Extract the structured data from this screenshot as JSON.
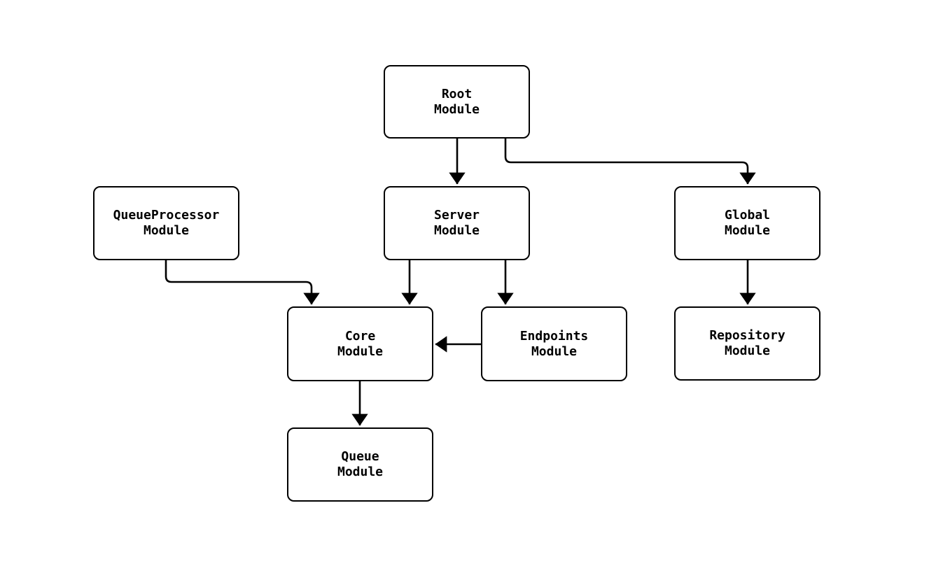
{
  "diagram": {
    "kind": "module-dependency-flowchart",
    "background_color": "#ffffff",
    "node_fill_color": "#ffffff",
    "stroke_color": "#000000",
    "text_color": "#000000",
    "nodes": [
      {
        "id": "root",
        "label": "Root\nModule"
      },
      {
        "id": "queueProcessor",
        "label": "QueueProcessor\nModule"
      },
      {
        "id": "server",
        "label": "Server\nModule"
      },
      {
        "id": "global",
        "label": "Global\nModule"
      },
      {
        "id": "core",
        "label": "Core\nModule"
      },
      {
        "id": "endpoints",
        "label": "Endpoints\nModule"
      },
      {
        "id": "repository",
        "label": "Repository\nModule"
      },
      {
        "id": "queue",
        "label": "Queue\nModule"
      }
    ],
    "edges": [
      {
        "from": "root",
        "to": "server"
      },
      {
        "from": "root",
        "to": "global"
      },
      {
        "from": "queueProcessor",
        "to": "core"
      },
      {
        "from": "server",
        "to": "core"
      },
      {
        "from": "server",
        "to": "endpoints"
      },
      {
        "from": "endpoints",
        "to": "core"
      },
      {
        "from": "global",
        "to": "repository"
      },
      {
        "from": "core",
        "to": "queue"
      }
    ]
  }
}
